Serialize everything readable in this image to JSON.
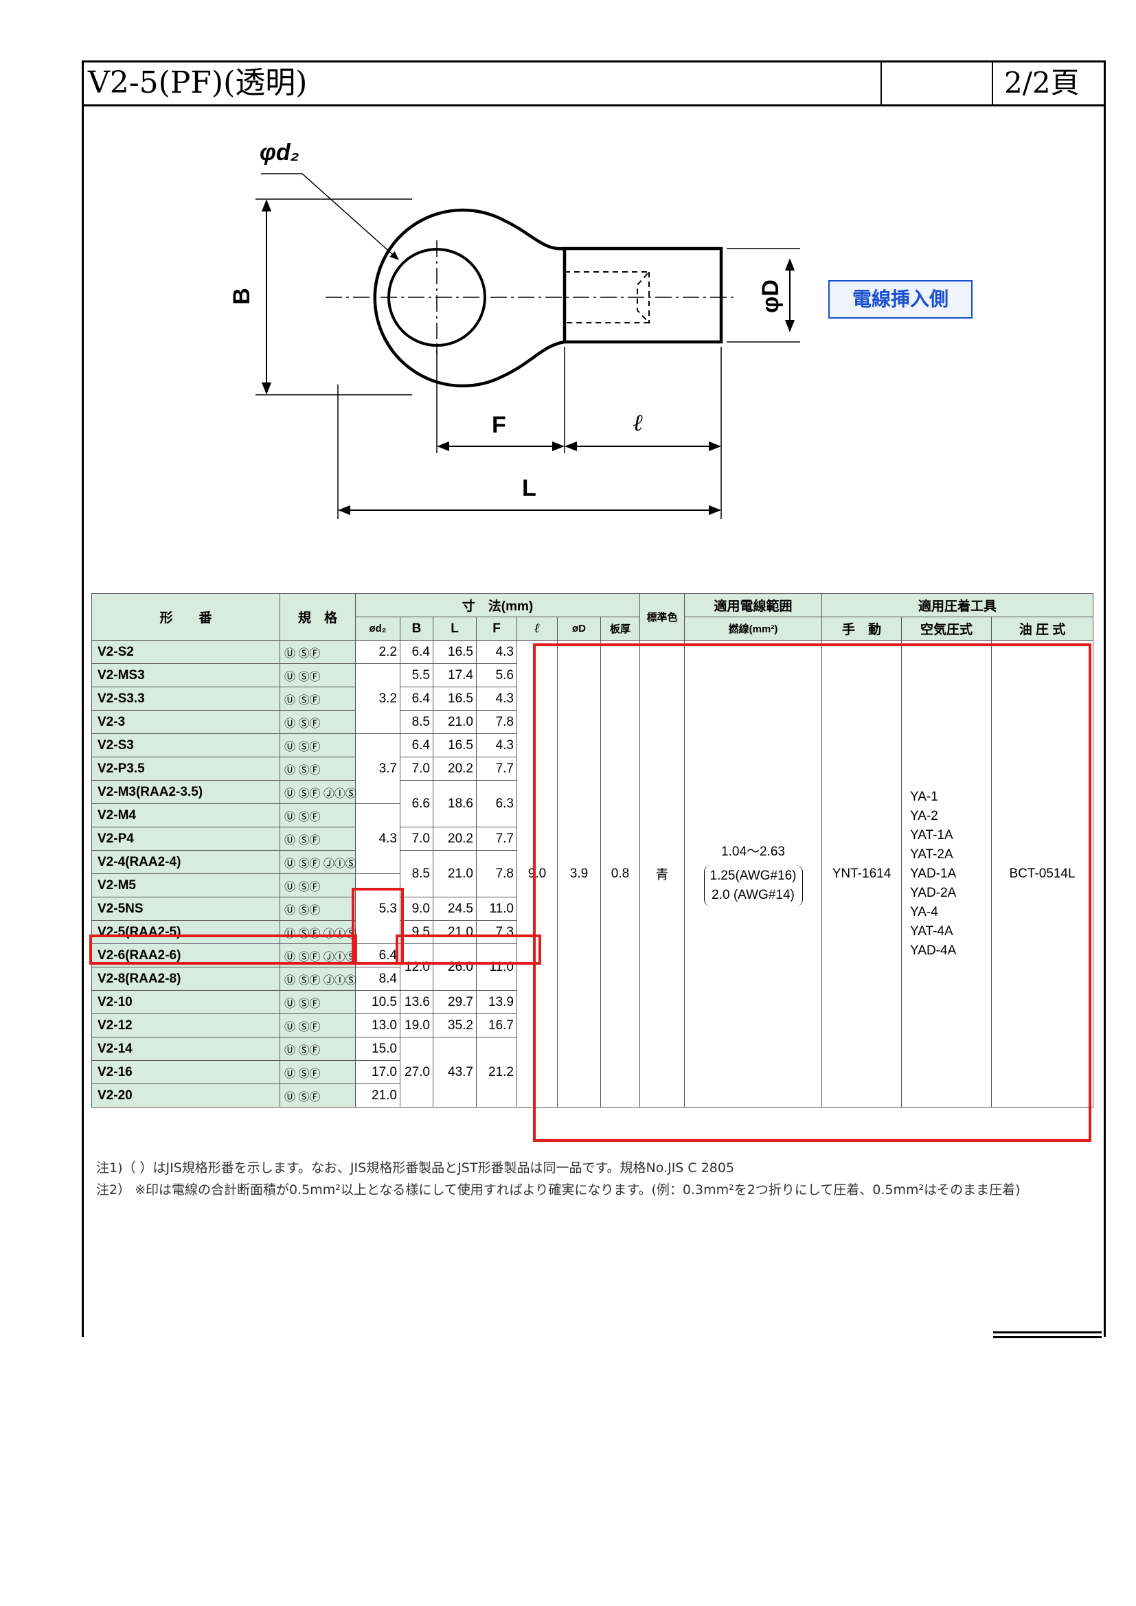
{
  "header": {
    "title": "V2-5(PF)(透明)",
    "page": "2/2頁"
  },
  "drawing": {
    "labels": {
      "phi_d2": "φd₂",
      "B": "B",
      "phi_D": "φD",
      "F": "F",
      "ell": "ℓ",
      "L": "L"
    },
    "callout": "電線挿入側"
  },
  "table": {
    "headers": {
      "model": "形　　番",
      "standard": "規　格",
      "dimensions": "寸　法(mm)",
      "d2": "ød₂",
      "B": "B",
      "L": "L",
      "F": "F",
      "ell": "ℓ",
      "D": "øD",
      "thickness": "板厚",
      "color": "標準色",
      "wire_range": "適用電線範囲",
      "stranded": "撚線(mm²)",
      "tools": "適用圧着工具",
      "manual": "手　動",
      "pneumatic": "空気圧式",
      "hydraulic": "油 圧 式"
    },
    "rows": [
      {
        "name": "V2-S2",
        "cert": "Ⓤ ⓈⒻ",
        "d2": "2.2",
        "B": "6.4",
        "L": "16.5",
        "F": "4.3"
      },
      {
        "name": "V2-MS3",
        "cert": "Ⓤ ⓈⒻ",
        "d2": "3.2",
        "B": "5.5",
        "L": "17.4",
        "F": "5.6"
      },
      {
        "name": "V2-S3.3",
        "cert": "Ⓤ ⓈⒻ",
        "B": "6.4",
        "L": "16.5",
        "F": "4.3"
      },
      {
        "name": "V2-3",
        "cert": "Ⓤ ⓈⒻ",
        "B": "8.5",
        "L": "21.0",
        "F": "7.8"
      },
      {
        "name": "V2-S3",
        "cert": "Ⓤ ⓈⒻ",
        "d2": "3.7",
        "B": "6.4",
        "L": "16.5",
        "F": "4.3"
      },
      {
        "name": "V2-P3.5",
        "cert": "Ⓤ ⓈⒻ",
        "B": "7.0",
        "L": "20.2",
        "F": "7.7"
      },
      {
        "name": "V2-M3(RAA2-3.5)",
        "cert": "Ⓤ ⓈⒻ ⒿⒾⓈ",
        "B": "6.6",
        "L": "18.6",
        "F": "6.3"
      },
      {
        "name": "V2-M4",
        "cert": "Ⓤ ⓈⒻ",
        "d2": "4.3"
      },
      {
        "name": "V2-P4",
        "cert": "Ⓤ ⓈⒻ",
        "B": "7.0",
        "L": "20.2",
        "F": "7.7"
      },
      {
        "name": "V2-4(RAA2-4)",
        "cert": "Ⓤ ⓈⒻ ⒿⒾⓈ",
        "B": "8.5",
        "L": "21.0",
        "F": "7.8"
      },
      {
        "name": "V2-M5",
        "cert": "Ⓤ ⓈⒻ",
        "d2": "5.3"
      },
      {
        "name": "V2-5NS",
        "cert": "Ⓤ ⓈⒻ",
        "B": "9.0",
        "L": "24.5",
        "F": "11.0"
      },
      {
        "name": "V2-5(RAA2-5)",
        "cert": "Ⓤ ⓈⒻ ⒿⒾⓈ",
        "B": "9.5",
        "L": "21.0",
        "F": "7.3"
      },
      {
        "name": "V2-6(RAA2-6)",
        "cert": "Ⓤ ⓈⒻ ⒿⒾⓈ",
        "d2": "6.4",
        "B": "12.0",
        "L": "26.0",
        "F": "11.0"
      },
      {
        "name": "V2-8(RAA2-8)",
        "cert": "Ⓤ ⓈⒻ ⒿⒾⓈ",
        "d2": "8.4"
      },
      {
        "name": "V2-10",
        "cert": "Ⓤ ⓈⒻ",
        "d2": "10.5",
        "B": "13.6",
        "L": "29.7",
        "F": "13.9"
      },
      {
        "name": "V2-12",
        "cert": "Ⓤ ⓈⒻ",
        "d2": "13.0",
        "B": "19.0",
        "L": "35.2",
        "F": "16.7"
      },
      {
        "name": "V2-14",
        "cert": "Ⓤ ⓈⒻ",
        "d2": "15.0",
        "B": "27.0",
        "L": "43.7",
        "F": "21.2"
      },
      {
        "name": "V2-16",
        "cert": "Ⓤ ⓈⒻ",
        "d2": "17.0"
      },
      {
        "name": "V2-20",
        "cert": "Ⓤ ⓈⒻ",
        "d2": "21.0"
      }
    ],
    "common": {
      "ell": "9.0",
      "D": "3.9",
      "thickness": "0.8",
      "color": "青",
      "wire_1": "1.04～2.63",
      "wire_2": "1.25(AWG#16)",
      "wire_3": "2.0 (AWG#14)",
      "manual": "YNT-1614",
      "pneumatic": [
        "YA-1",
        "YA-2",
        "YAT-1A",
        "YAT-2A",
        "YAD-1A",
        "YAD-2A",
        "YA-4",
        "YAT-4A",
        "YAD-4A"
      ],
      "hydraulic": "BCT-0514L"
    }
  },
  "notes": {
    "n1": "注1)（ ）はJIS規格形番を示します。なお、JIS規格形番製品とJST形番製品は同一品です。規格No.JIS C 2805",
    "n2": "注2） ※印は電線の合計断面積が0.5mm²以上となる様にして使用すればより確実になります。(例：0.3mm²を2つ折りにして圧着、0.5mm²はそのまま圧着)"
  },
  "colors": {
    "header_green": "#d7ebdf",
    "highlight_red": "#e31b1b",
    "callout_blue": "#1a4fd0"
  }
}
